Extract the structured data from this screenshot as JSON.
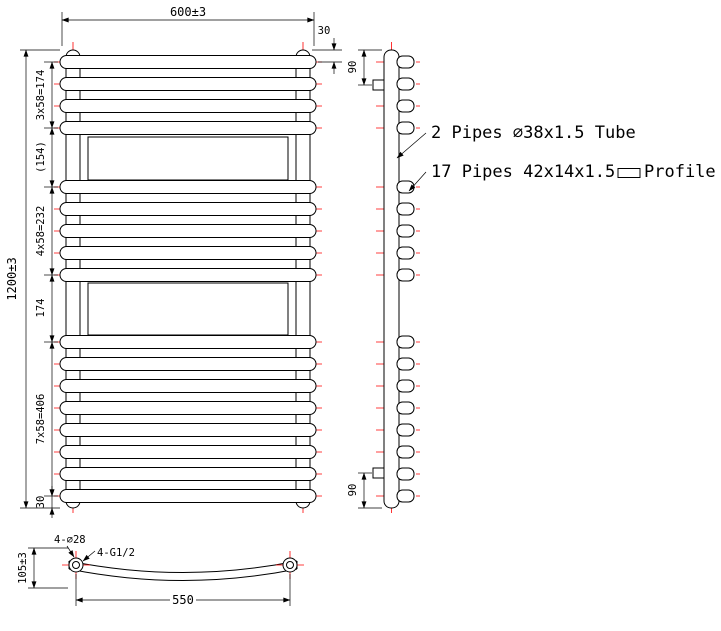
{
  "colors": {
    "line": "#000000",
    "centerline": "#ff0000",
    "background": "#ffffff"
  },
  "front_view": {
    "width_dim": "600±3",
    "height_dim": "1200±3",
    "top_offset_dim": "30",
    "segment_dims": [
      "3x58=174",
      "(154)",
      "4x58=232",
      "174",
      "7x58=406",
      "30"
    ]
  },
  "side_view": {
    "top_bracket_dim": "90",
    "bottom_bracket_dim": "90",
    "tube_note": "2 Pipes ⌀38x1.5 Tube",
    "profile_note_prefix": "17 Pipes 42x14x1.5",
    "profile_note_suffix": "Profile"
  },
  "bottom_view": {
    "holes_dim": "4-⌀28",
    "thread_dim": "4-G1/2",
    "depth_dim": "105±3",
    "centers_dim": "550"
  }
}
